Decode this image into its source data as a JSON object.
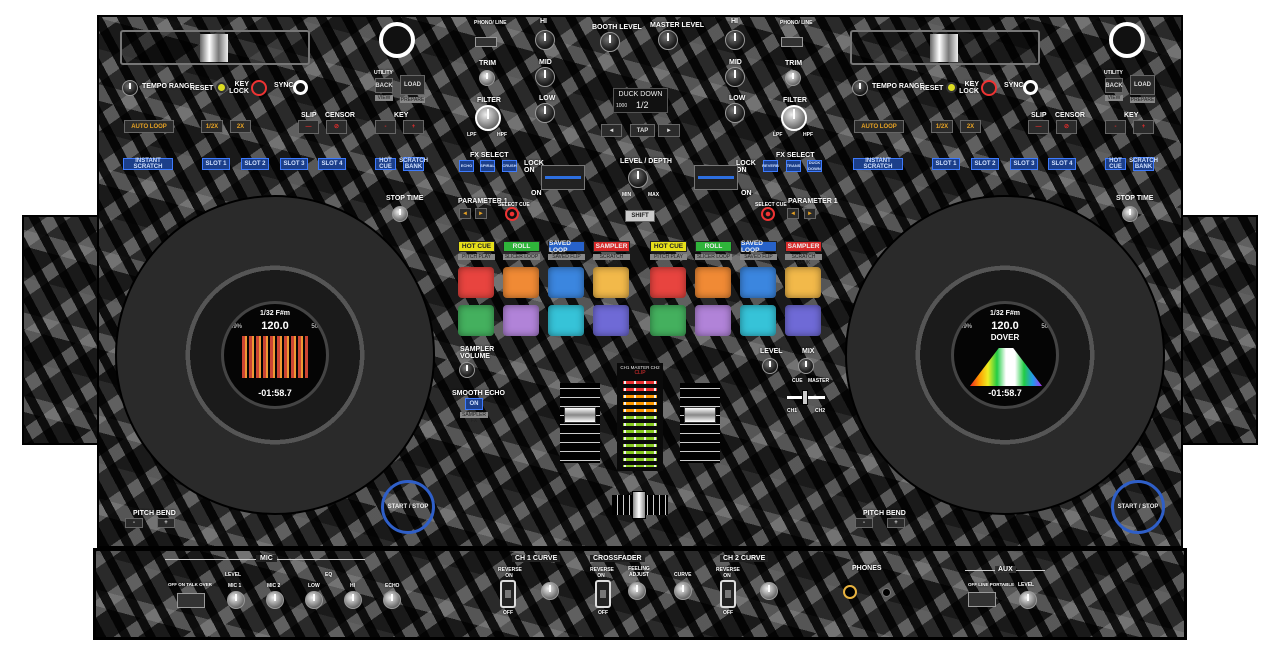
{
  "decks": [
    {
      "tempo_range": "TEMPO RANGE",
      "reset": "RESET",
      "key_lock": "KEY LOCK",
      "sync": "SYNC",
      "sync_sub": "OFF",
      "back": "BACK",
      "back_top": "UTILITY",
      "back_sub": "VIEW",
      "load": "LOAD",
      "load_sub": "PREPARE",
      "auto_loop": "AUTO LOOP",
      "half": "1/2X",
      "double": "2X",
      "slip": "SLIP",
      "censor": "CENSOR",
      "key": "KEY",
      "key_minus": "-",
      "key_plus": "+",
      "instant_scratch": "INSTANT SCRATCH",
      "slots": [
        "SLOT 1",
        "SLOT 2",
        "SLOT 3",
        "SLOT 4"
      ],
      "hot_cue": "HOT CUE",
      "scratch_bank": "SCRATCH BANK",
      "stop_time": "STOP TIME",
      "pitch_bend": "PITCH BEND",
      "pitch_minus": "-",
      "pitch_plus": "+",
      "start_stop": "START / STOP",
      "screen": {
        "quant": "1/32",
        "key": "F#m",
        "pitch": "99%",
        "bpm": "120.0",
        "beats": "50",
        "time": "-01:58.7",
        "track": ""
      }
    },
    {
      "tempo_range": "TEMPO RANGE",
      "reset": "RESET",
      "key_lock": "KEY LOCK",
      "sync": "SYNC",
      "sync_sub": "OFF",
      "back": "BACK",
      "back_top": "UTILITY",
      "back_sub": "VIEW",
      "load": "LOAD",
      "load_sub": "PREPARE",
      "auto_loop": "AUTO LOOP",
      "half": "1/2X",
      "double": "2X",
      "slip": "SLIP",
      "censor": "CENSOR",
      "key": "KEY",
      "key_minus": "-",
      "key_plus": "+",
      "instant_scratch": "INSTANT SCRATCH",
      "slots": [
        "SLOT 1",
        "SLOT 2",
        "SLOT 3",
        "SLOT 4"
      ],
      "hot_cue": "HOT CUE",
      "scratch_bank": "SCRATCH BANK",
      "stop_time": "STOP TIME",
      "pitch_bend": "PITCH BEND",
      "pitch_minus": "-",
      "pitch_plus": "+",
      "start_stop": "START / STOP",
      "screen": {
        "quant": "1/32",
        "key": "F#m",
        "pitch": "99%",
        "bpm": "120.0",
        "beats": "50",
        "time": "-01:58.7",
        "track": "DOVER"
      }
    }
  ],
  "mixer": {
    "phono_line": "PHONO/ LINE",
    "trim": "TRIM",
    "hi": "HI",
    "mid": "MID",
    "low": "LOW",
    "filter": "FILTER",
    "lpf": "LPF",
    "hpf": "HPF",
    "booth_level": "BOOTH LEVEL",
    "master_level": "MASTER LEVEL",
    "display": {
      "fx": "DUCK DOWN",
      "bpm": "1000",
      "beat": "1/2"
    },
    "beat_left": "◄",
    "tap": "TAP",
    "beat_right": "►",
    "fx_select": "FX SELECT",
    "fx_left": [
      "ECHO",
      "SPIRAL",
      "CRUSH"
    ],
    "fx_right": [
      "REVERB",
      "TRANS",
      "DUCK DOWN"
    ],
    "lock_on": "LOCK ON",
    "on": "ON",
    "level_depth": "LEVEL / DEPTH",
    "min": "MIN",
    "max": "MAX",
    "shift": "SHIFT",
    "parameter1": "PARAMETER 1",
    "select_cue": "SELECT CUE",
    "modes": [
      {
        "label": "HOT CUE",
        "sub": "PITCH PLAY",
        "color": "#e6e01a",
        "text": "#222"
      },
      {
        "label": "ROLL",
        "sub": "SLICER LOOP",
        "color": "#2fb43a",
        "text": "#fff"
      },
      {
        "label": "SAVED LOOP",
        "sub": "SAVED FLIP",
        "color": "#2762c9",
        "text": "#fff"
      },
      {
        "label": "SAMPLER",
        "sub": "SCRATCH BANK",
        "color": "#d92b2b",
        "text": "#fff"
      }
    ],
    "pad_colors": [
      "#e8443f",
      "#f08a35",
      "#3b86df",
      "#f2b94a",
      "#44b05e",
      "#b183d8",
      "#36c3d8",
      "#6f6ad6"
    ],
    "sampler_volume": "SAMPLER VOLUME",
    "smooth_echo": "SMOOTH ECHO",
    "smooth_on": "ON",
    "sampler_fx": "SAMPLER FX",
    "meter": {
      "ch1": "CH1",
      "master": "MASTER",
      "ch2": "CH2",
      "clip": "CLIP"
    },
    "hp_level": "LEVEL",
    "hp_mix": "MIX",
    "cue": "CUE",
    "master": "MASTER",
    "ch1": "CH1",
    "ch2": "CH2"
  },
  "front": {
    "mic": "MIC",
    "level": "LEVEL",
    "eq": "EQ",
    "talkover": "OFF ON TALK OVER",
    "mic1": "MIC 1",
    "mic2": "MIC 2",
    "low": "LOW",
    "hi": "HI",
    "echo": "ECHO",
    "ch1_curve": "CH 1 CURVE",
    "crossfader": "CROSSFADER",
    "ch2_curve": "CH 2 CURVE",
    "reverse_on": "REVERSE ON",
    "off": "OFF",
    "feeling_adjust": "FEELING ADJUST",
    "curve": "CURVE",
    "phones": "PHONES",
    "aux": "AUX",
    "aux_level": "LEVEL",
    "aux_switch": "OFF LINE PORTABLE"
  }
}
